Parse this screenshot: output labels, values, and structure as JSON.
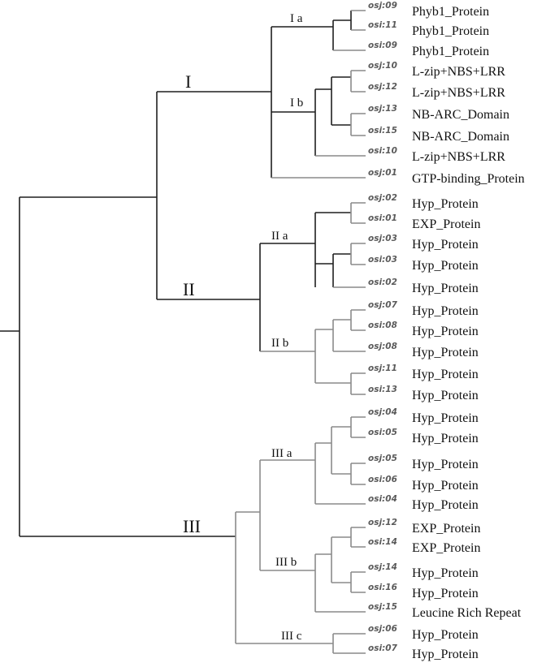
{
  "major_clades": [
    "I",
    "II",
    "III"
  ],
  "subclades": [
    "I a",
    "I b",
    "II a",
    "II b",
    "III a",
    "III b",
    "III c"
  ],
  "leaves": [
    {
      "id": "osj:09",
      "name": "Phyb1_Protein"
    },
    {
      "id": "osi:11",
      "name": "Phyb1_Protein"
    },
    {
      "id": "osi:09",
      "name": "Phyb1_Protein"
    },
    {
      "id": "osj:10",
      "name": "L-zip+NBS+LRR"
    },
    {
      "id": "osj:12",
      "name": "L-zip+NBS+LRR"
    },
    {
      "id": "osj:13",
      "name": "NB-ARC_Domain"
    },
    {
      "id": "osi:15",
      "name": "NB-ARC_Domain"
    },
    {
      "id": "osi:10",
      "name": "L-zip+NBS+LRR"
    },
    {
      "id": "osj:01",
      "name": "GTP-binding_Protein"
    },
    {
      "id": "osj:02",
      "name": "Hyp_Protein"
    },
    {
      "id": "osi:01",
      "name": "EXP_Protein"
    },
    {
      "id": "osj:03",
      "name": "Hyp_Protein"
    },
    {
      "id": "osi:03",
      "name": "Hyp_Protein"
    },
    {
      "id": "osi:02",
      "name": "Hyp_Protein"
    },
    {
      "id": "osj:07",
      "name": "Hyp_Protein"
    },
    {
      "id": "osi:08",
      "name": "Hyp_Protein"
    },
    {
      "id": "osj:08",
      "name": "Hyp_Protein"
    },
    {
      "id": "osj:11",
      "name": "Hyp_Protein"
    },
    {
      "id": "osi:13",
      "name": "Hyp_Protein"
    },
    {
      "id": "osj:04",
      "name": "Hyp_Protein"
    },
    {
      "id": "osi:05",
      "name": "Hyp_Protein"
    },
    {
      "id": "osj:05",
      "name": "Hyp_Protein"
    },
    {
      "id": "osi:06",
      "name": "Hyp_Protein"
    },
    {
      "id": "osi:04",
      "name": "Hyp_Protein"
    },
    {
      "id": "osj:12",
      "name": "EXP_Protein"
    },
    {
      "id": "osi:14",
      "name": "EXP_Protein"
    },
    {
      "id": "osj:14",
      "name": "Hyp_Protein"
    },
    {
      "id": "osi:16",
      "name": "Hyp_Protein"
    },
    {
      "id": "osj:15",
      "name": "Leucine Rich Repeat"
    },
    {
      "id": "osj:06",
      "name": "Hyp_Protein"
    },
    {
      "id": "osi:07",
      "name": "Hyp_Protein"
    }
  ]
}
